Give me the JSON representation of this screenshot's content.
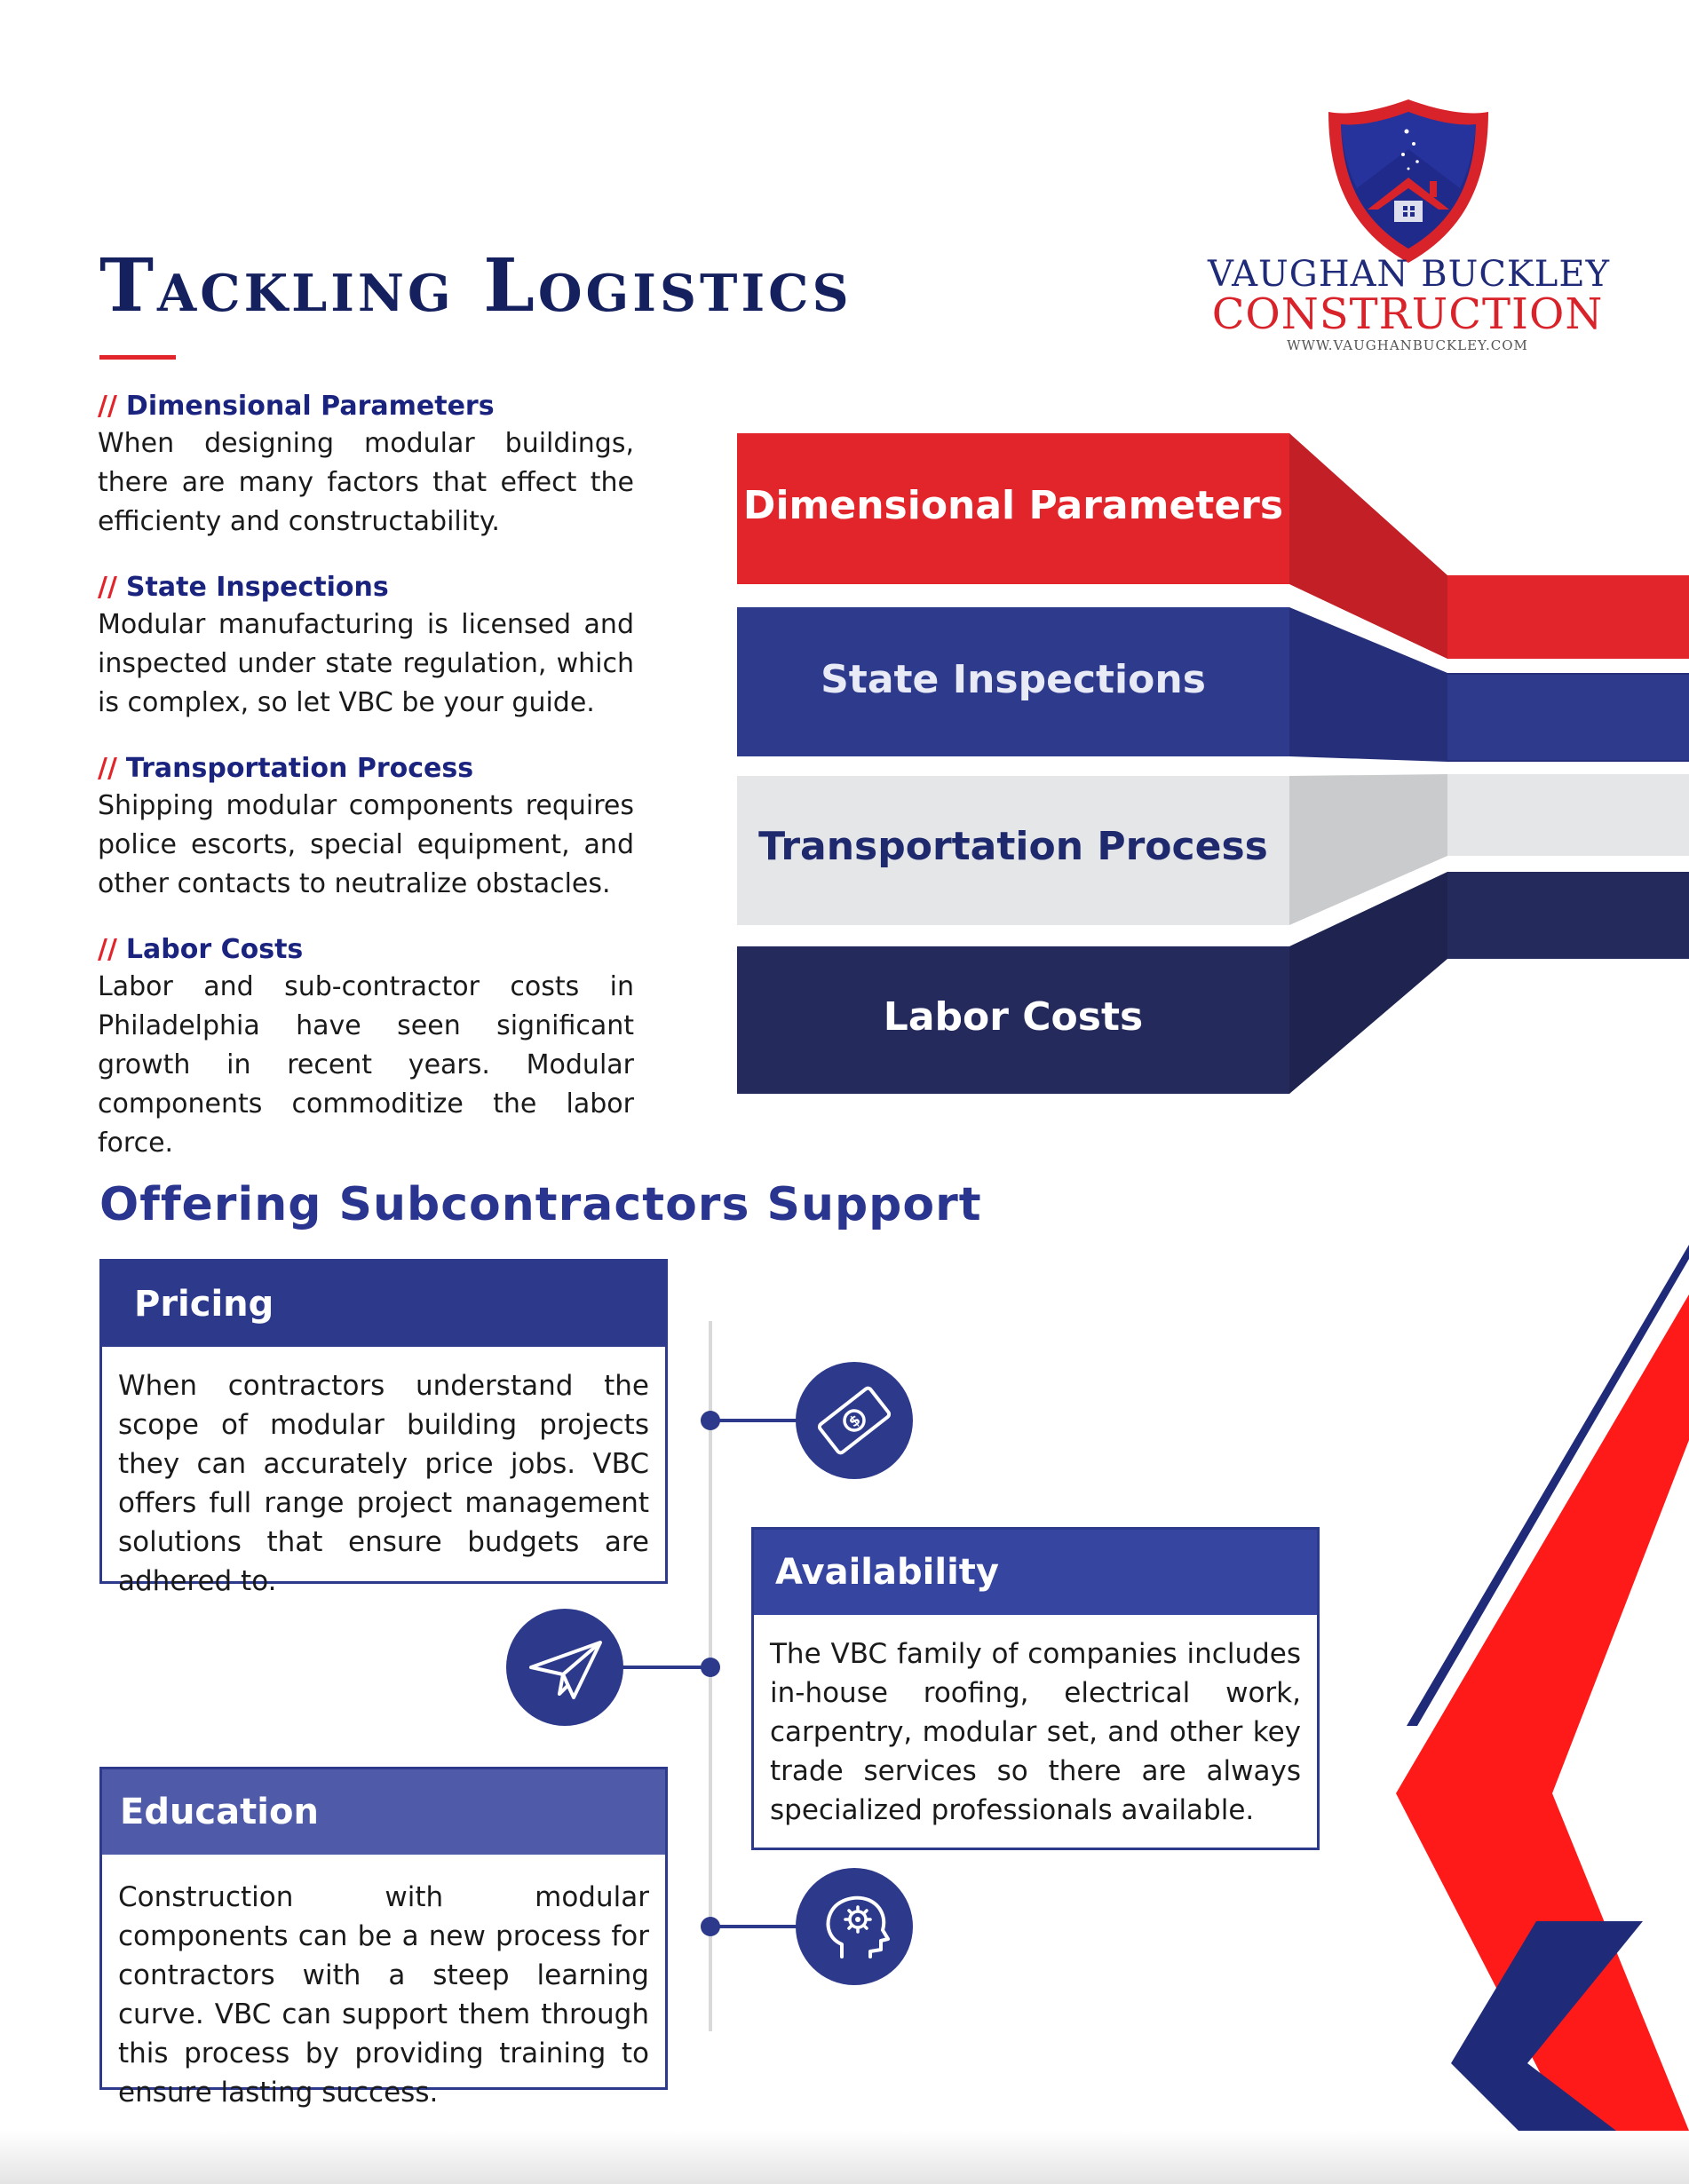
{
  "header": {
    "title": "Tackling Logistics",
    "logo": {
      "line1": "VAUGHAN BUCKLEY",
      "line2": "CONSTRUCTION",
      "url": "WWW.VAUGHANBUCKLEY.COM"
    }
  },
  "logistics": {
    "marker": "//",
    "items": [
      {
        "heading": "Dimensional Parameters",
        "body": "When designing modular buildings, there are many factors that effect the efficienty and constructability."
      },
      {
        "heading": "State Inspections",
        "body": "Modular manufacturing is licensed and inspected under state regulation, which is complex, so let VBC be your guide."
      },
      {
        "heading": "Transportation Process",
        "body": "Shipping modular components requires police escorts, special equipment, and other contacts to neutralize obstacles."
      },
      {
        "heading": "Labor Costs",
        "body": "Labor and sub-contractor costs in Philadelphia have seen significant growth in recent years. Modular components commoditize the labor force."
      }
    ]
  },
  "ribbon": {
    "labels": [
      "Dimensional Parameters",
      "State Inspections",
      "Transportation Process",
      "Labor Costs"
    ],
    "colors": {
      "red": "#e2242b",
      "red_dark": "#c21f26",
      "blue": "#2e3a8c",
      "blue_dark": "#26307a",
      "grey": "#e4e6e7",
      "grey_dark": "#c9cbcc",
      "navy": "#252a5c",
      "navy_dark": "#1e2350"
    }
  },
  "support": {
    "title": "Offering Subcontractors Support",
    "cards": {
      "pricing": {
        "heading": "Pricing",
        "body": "When contractors understand the scope of modular building projects they can accurately price jobs. VBC offers full range project management solutions that ensure budgets are adhered to."
      },
      "availability": {
        "heading": "Availability",
        "body": "The VBC family of companies includes in-house roofing, electrical work, carpentry, modular set, and other key trade services so there are always specialized professionals available."
      },
      "education": {
        "heading": "Education",
        "body": "Construction with modular components can be a new process for contractors with a steep learning curve. VBC can support them through this process by providing training to ensure lasting success."
      }
    },
    "icons": [
      "money-icon",
      "paper-plane-icon",
      "head-gear-icon"
    ],
    "colors": {
      "card_head_primary": "#2d3a8c",
      "card_head_secondary": "#3645a0",
      "card_head_tertiary": "#4f5aa8"
    }
  }
}
